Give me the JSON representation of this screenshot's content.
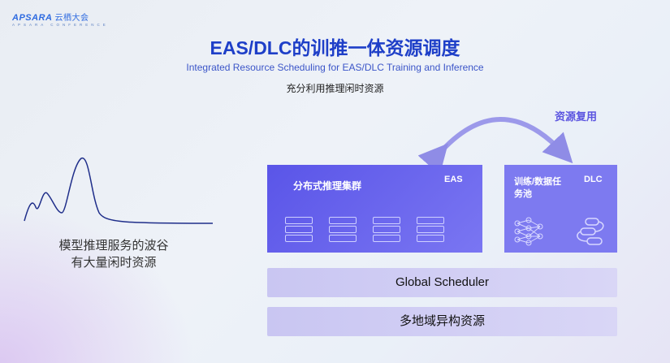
{
  "logo": {
    "brand": "APSARA",
    "brand_cn": "云栖大会",
    "sub": "APSARA CONFERENCE"
  },
  "title": "EAS/DLC的训推一体资源调度",
  "subtitle": "Integrated Resource Scheduling for EAS/DLC Training and Inference",
  "tagline": "充分利用推理闲时资源",
  "reuse_label": "资源复用",
  "eas": {
    "title": "分布式推理集群",
    "tag": "EAS",
    "server_count": 4
  },
  "dlc": {
    "title": "训练/数据任务池",
    "tag": "DLC"
  },
  "scheduler": "Global Scheduler",
  "resources": "多地域异构资源",
  "wave_caption": [
    "模型推理服务的波谷",
    "有大量闲时资源"
  ],
  "colors": {
    "accent": "#1e3fc8",
    "box": "#5a55e8",
    "bar": "#c9c6f2"
  }
}
